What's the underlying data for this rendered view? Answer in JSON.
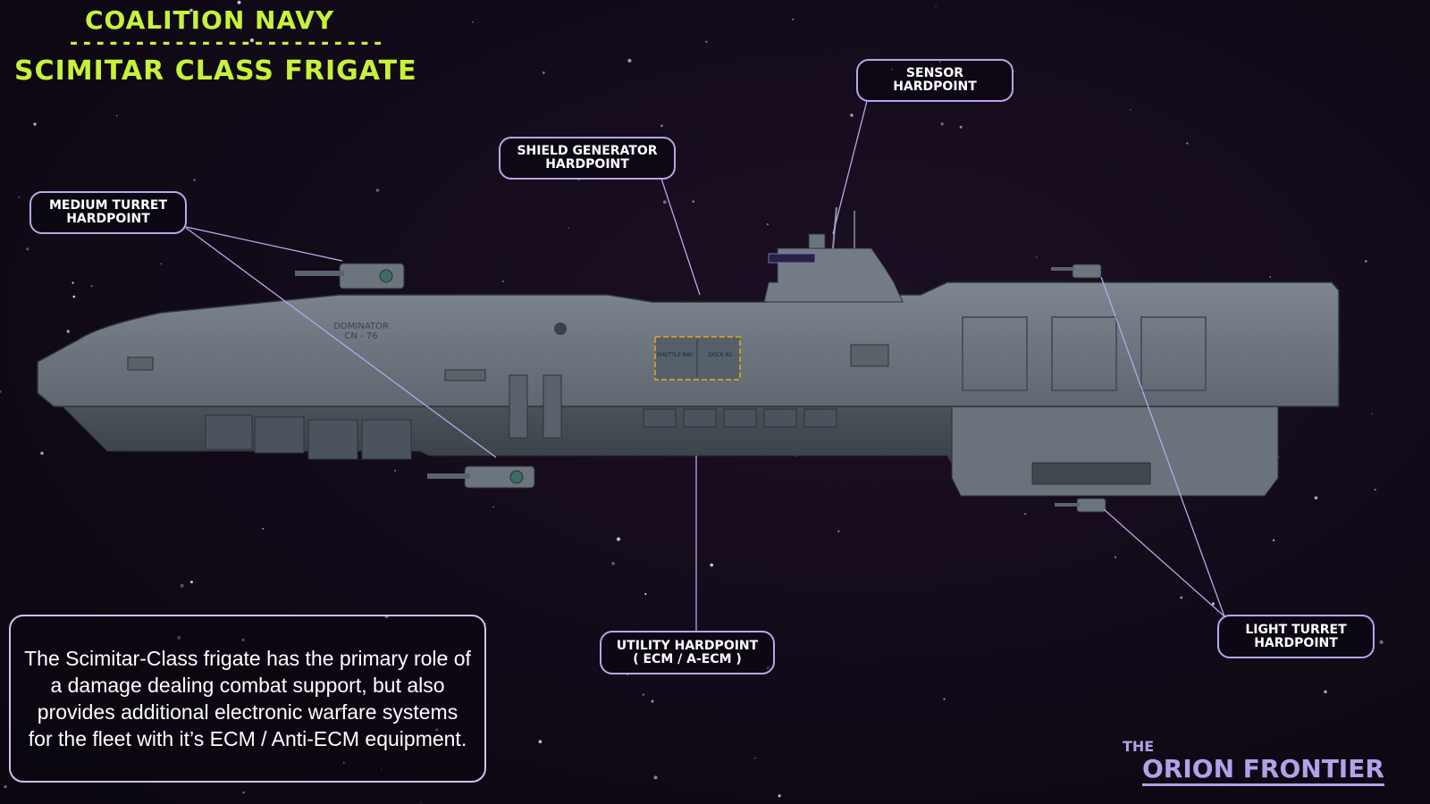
{
  "header": {
    "line1": "COALITION NAVY",
    "divider": "- - - - - - - - - - - - - - - - - - - - - - - -",
    "line2": "SCIMITAR CLASS FRIGATE"
  },
  "ship": {
    "hull_name": "DOMINATOR",
    "hull_number": "CN - 76",
    "hatch_left": "SHUTTLE BAY",
    "hatch_right": "DOCK B1"
  },
  "callouts": {
    "sensor": {
      "line1": "SENSOR",
      "line2": "HARDPOINT"
    },
    "shield": {
      "line1": "SHIELD GENERATOR",
      "line2": "HARDPOINT"
    },
    "medium_turret": {
      "line1": "MEDIUM TURRET",
      "line2": "HARDPOINT"
    },
    "utility": {
      "line1": "UTILITY HARDPOINT",
      "line2": "( ECM / A-ECM )"
    },
    "light_turret": {
      "line1": "LIGHT TURRET",
      "line2": "HARDPOINT"
    }
  },
  "description": "The Scimitar-Class frigate has the primary role of a damage dealing combat support, but also provides additional electronic warfare systems for the fleet with it’s ECM / Anti-ECM equipment.",
  "brand": {
    "the": "THE",
    "name": "ORION FRONTIER"
  },
  "colors": {
    "title": "#c6f23a",
    "callout_border": "#b8a6ea",
    "brand": "#b3a0e8",
    "hull": "#6f7882",
    "background": "#120a18"
  }
}
